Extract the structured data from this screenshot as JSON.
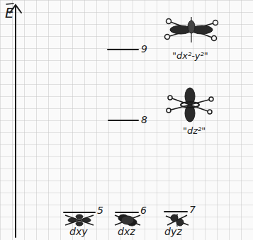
{
  "diagram": {
    "labels": [
      "E",
      "9",
      "\"dx²-y²\"",
      "8",
      "\"dz²\"",
      "5",
      "6",
      "7",
      "dxy",
      "dxz",
      "dyz"
    ]
  }
}
